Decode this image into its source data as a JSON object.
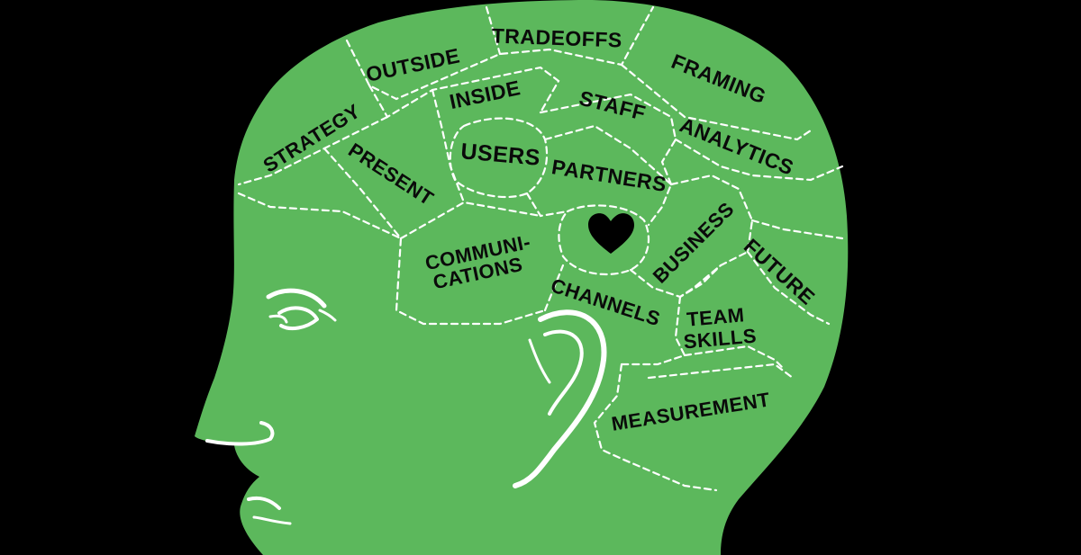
{
  "colors": {
    "background": "#000000",
    "head": "#5cb85c",
    "outline": "#ffffff",
    "text": "#0a0a0a"
  },
  "regions": {
    "tradeoffs": "TRADEOFFS",
    "outside": "OUTSIDE",
    "framing": "FRAMING",
    "inside": "INSIDE",
    "staff": "STAFF",
    "strategy": "STRATEGY",
    "analytics": "ANALYTICS",
    "users": "USERS",
    "present": "PRESENT",
    "partners": "PARTNERS",
    "business": "BUSINESS",
    "communications_1": "COMMUNI-",
    "communications_2": "CATIONS",
    "future": "FUTURE",
    "channels": "CHANNELS",
    "team_1": "TEAM",
    "team_2": "SKILLS",
    "measurement": "MEASUREMENT"
  },
  "icons": {
    "center": "heart-icon"
  }
}
